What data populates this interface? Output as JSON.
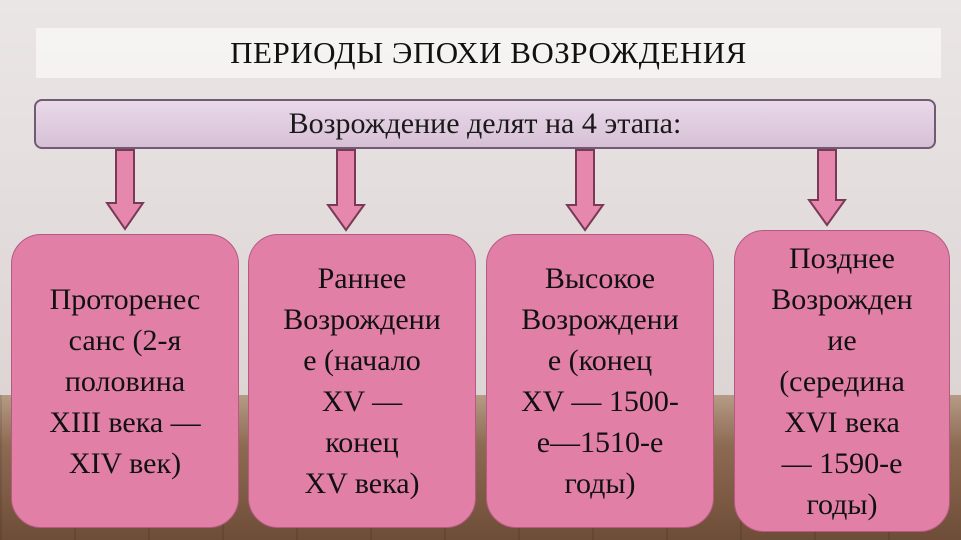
{
  "title": "ПЕРИОДЫ ЭПОХИ ВОЗРОЖДЕНИЯ",
  "subtitle": "Возрождение делят на 4 этапа:",
  "periods": [
    {
      "text": "Проторенес\nсанс (2-я\nполовина\nXIII века —\nXIV век)"
    },
    {
      "text": "Раннее\nВозрождени\nе (начало\nXV —\nконец\nXV века)"
    },
    {
      "text": "Высокое\nВозрождени\nе (конец\nXV — 1500-\nе—1510-е\nгоды)"
    },
    {
      "text": "Позднее\nВозрожден\nие\n(середина\nXVI века\n— 1590-е\nгоды)"
    }
  ],
  "colors": {
    "box_fill": "#e27fa6",
    "arrow_fill": "#e687ad",
    "subtitle_fill": "#dcc6dc"
  }
}
